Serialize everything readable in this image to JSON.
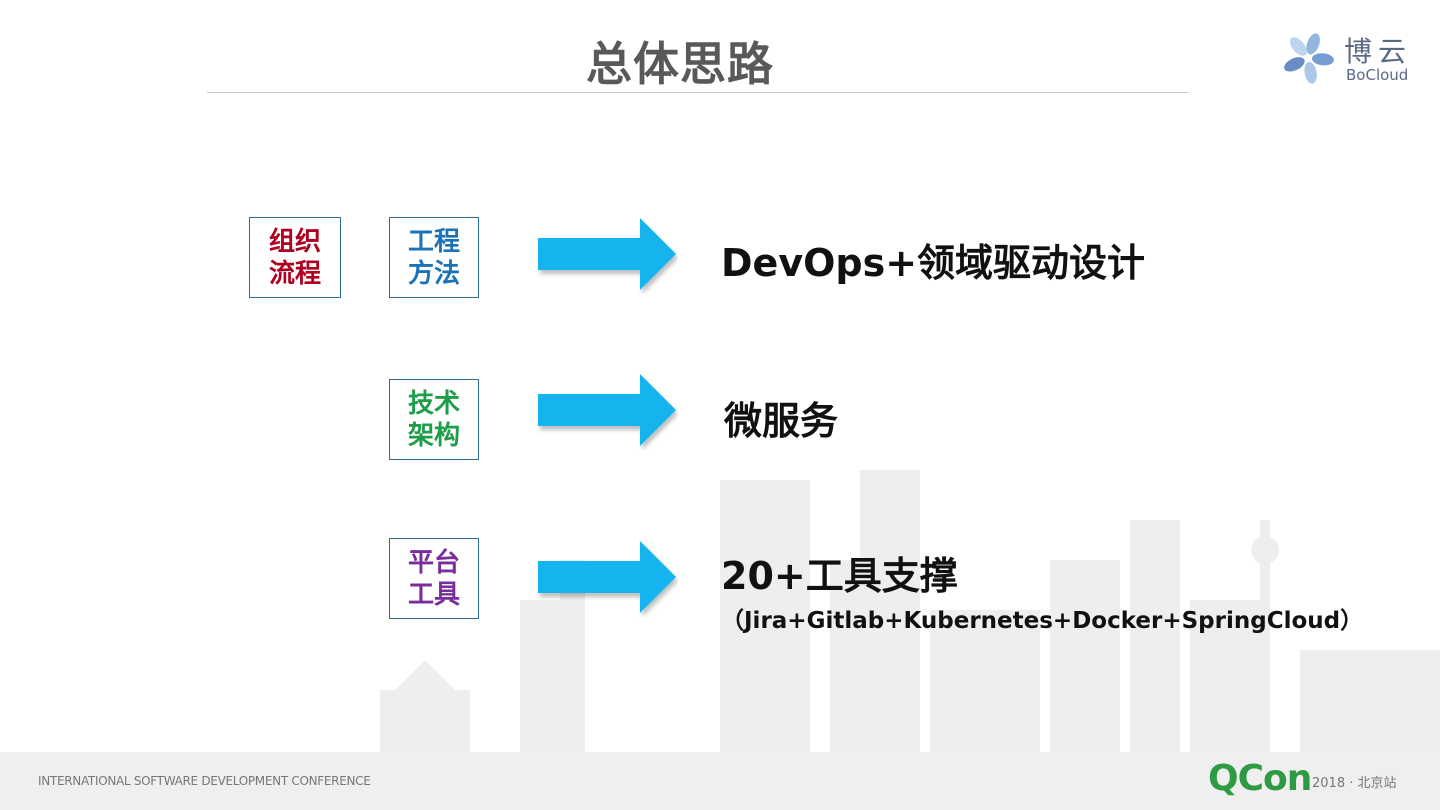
{
  "slide": {
    "title": "总体思路"
  },
  "logo": {
    "cn": "博云",
    "en": "BoCloud"
  },
  "boxes": {
    "org": {
      "label": "组织流程",
      "color": "#b00020"
    },
    "eng": {
      "label": "工程方法",
      "color": "#1a73b8"
    },
    "tech": {
      "label": "技术架构",
      "color": "#1f9e4a"
    },
    "platform": {
      "label": "平台工具",
      "color": "#7a2c9c"
    }
  },
  "items": {
    "row1": "DevOps+领域驱动设计",
    "row2": "微服务",
    "row3": "20+工具支撑",
    "row3_sub": "（Jira+Gitlab+Kubernetes+Docker+SpringCloud）"
  },
  "footer": {
    "conference": "INTERNATIONAL SOFTWARE DEVELOPMENT CONFERENCE",
    "brand": "QCon",
    "edition": "2018 · 北京站"
  },
  "colors": {
    "arrow": "#12b4ee",
    "title": "#595959",
    "footer_bg": "#efefef",
    "qcon": "#2f9a44"
  }
}
